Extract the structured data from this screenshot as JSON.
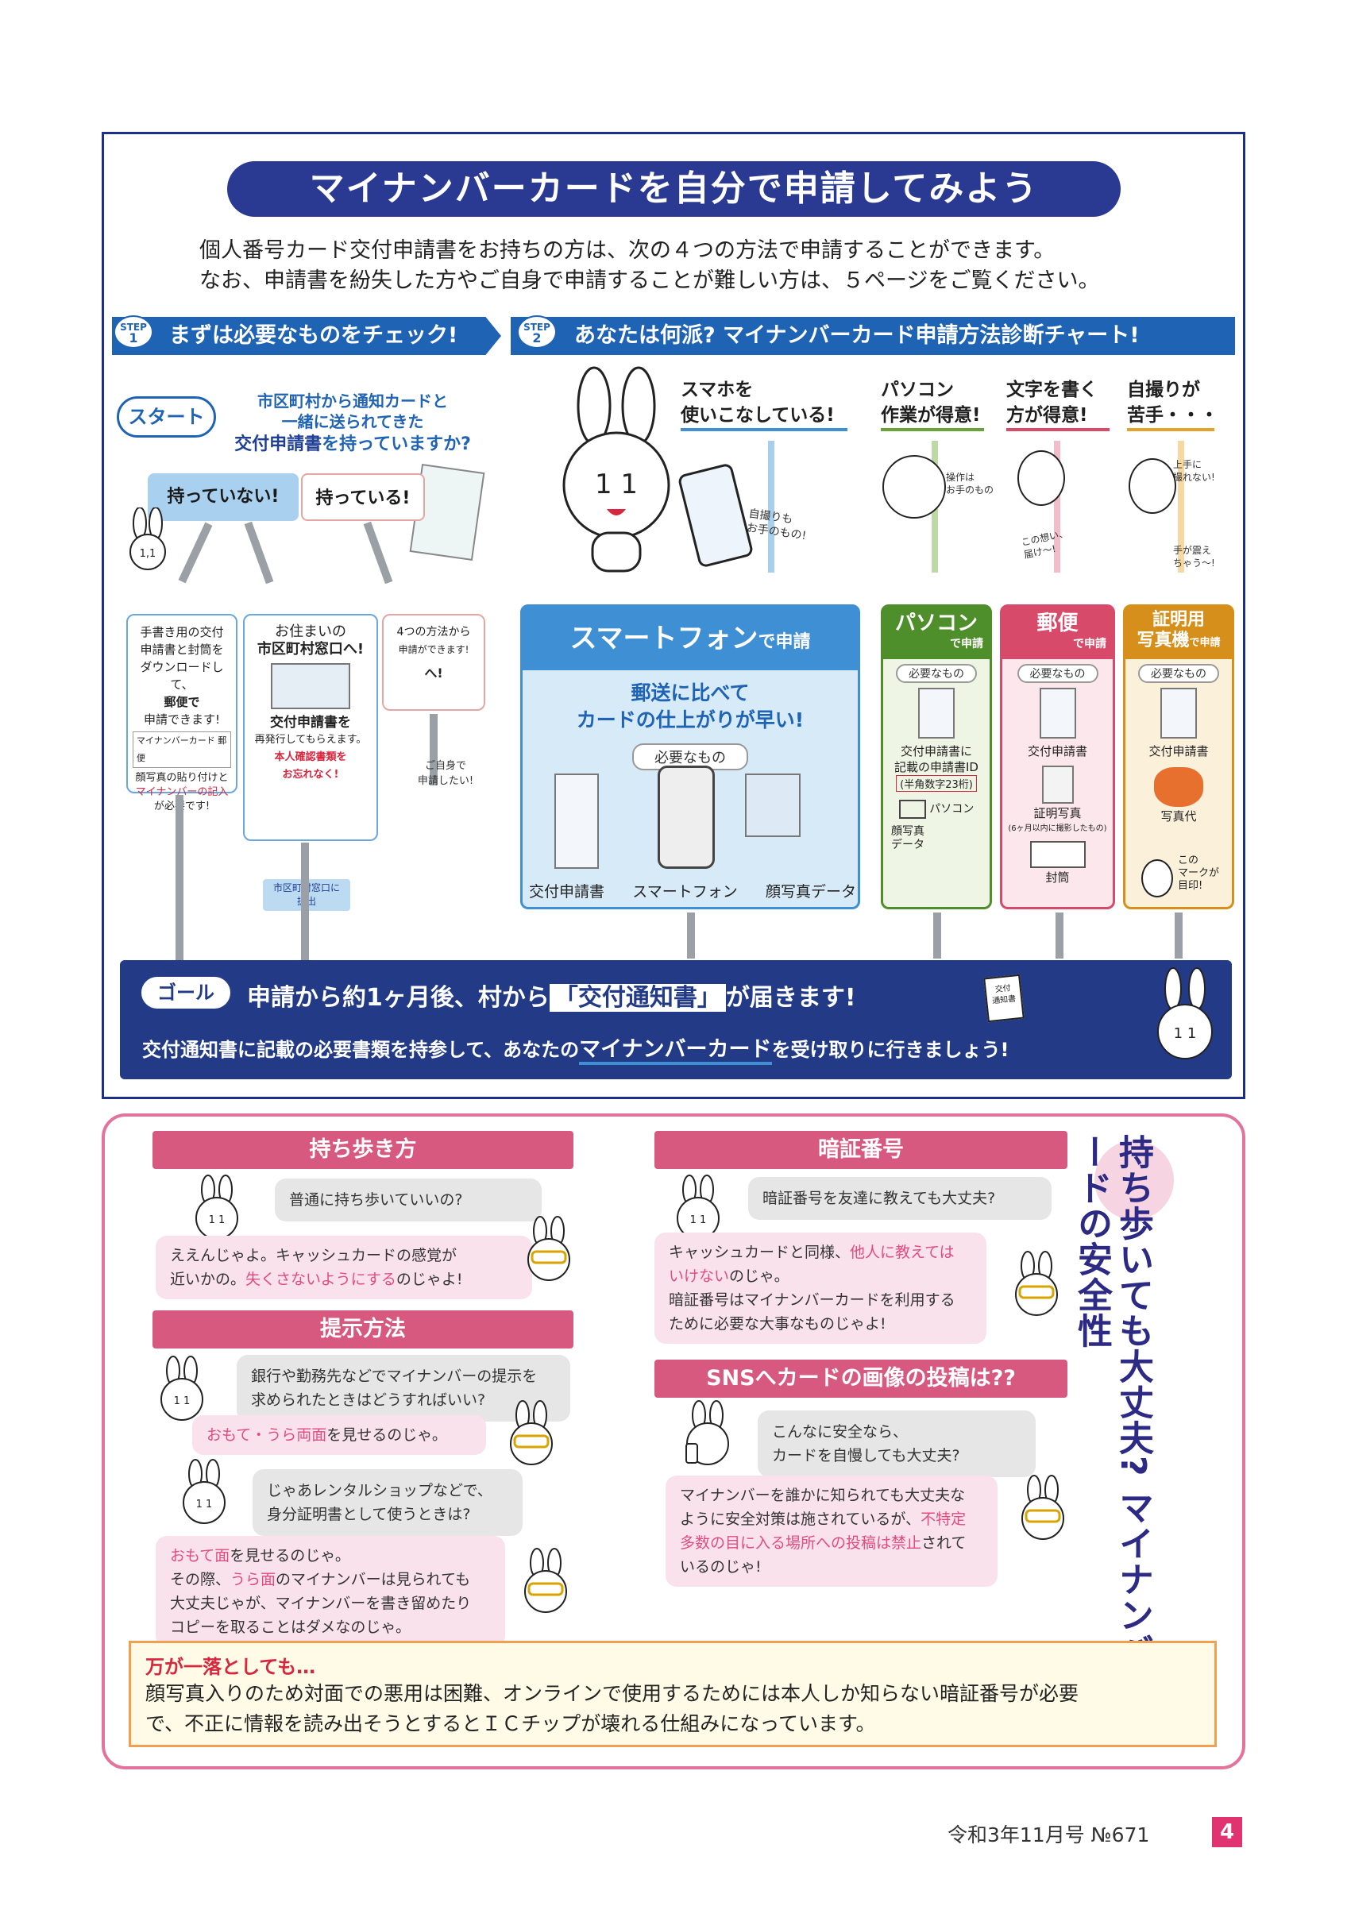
{
  "title": "マイナンバーカードを自分で申請してみよう",
  "intro": [
    "個人番号カード交付申請書をお持ちの方は、次の４つの方法で申請することができます。",
    "なお、申請書を紛失した方やご自身で申請することが難しい方は、５ページをご覧ください。"
  ],
  "step1": {
    "badge_top": "STEP",
    "badge_num": "1",
    "label": "まずは必要なものをチェック!"
  },
  "step2": {
    "badge_top": "STEP",
    "badge_num": "2",
    "label": "あなたは何派? マイナンバーカード申請方法診断チャート!"
  },
  "start": {
    "oval": "スタート",
    "question_l1": "市区町村から通知カードと",
    "question_l2": "一緒に送られてきた",
    "question_l3_bold": "交付申請書",
    "question_l3_rest": "を持っていますか?"
  },
  "choices": {
    "no": "持っていない!",
    "yes": "持っている!"
  },
  "flow": {
    "box1": [
      "手書き用の交付",
      "申請書と封筒を",
      "ダウンロードして、",
      "郵便で",
      "申請できます!"
    ],
    "box1_search": "マイナンバーカード 郵便",
    "box1_note": [
      "顔写真の貼り付けと",
      "マイナンバーの記入",
      "が必要です!"
    ],
    "box2_title": [
      "お住まいの",
      "市区町村窓口へ!"
    ],
    "box2_body": [
      "交付申請書を",
      "再発行してもらえます。"
    ],
    "box2_note": [
      "本人確認書類を",
      "お忘れなく!"
    ],
    "box3": [
      "4つの方法から",
      "申請ができます!"
    ],
    "box3_to": "へ!",
    "self_apply": [
      "ご自身で",
      "申請したい!"
    ],
    "counter_tag": [
      "市区町村窓口に",
      "提出"
    ]
  },
  "columns": [
    {
      "head": [
        "スマホを",
        "使いこなしている!"
      ],
      "rule_color": "#3e8fd4",
      "aside": [
        "自撮りも",
        "お手のもの!"
      ]
    },
    {
      "head": [
        "パソコン",
        "作業が得意!"
      ],
      "rule_color": "#6aa33a",
      "aside": [
        "操作は",
        "お手のもの"
      ]
    },
    {
      "head": [
        "文字を書く",
        "方が得意!"
      ],
      "rule_color": "#d84a6a",
      "aside": [
        "この想い、",
        "届け〜!"
      ]
    },
    {
      "head": [
        "自撮りが",
        "苦手・・・"
      ],
      "rule_color": "#e5a22b",
      "aside": [
        "上手に",
        "撮れない!",
        "手が震え",
        "ちゃう〜!"
      ]
    }
  ],
  "methods": {
    "smartphone": {
      "head_big": "スマートフォン",
      "head_small": "で申請",
      "merit": [
        "郵送に比べて",
        "カードの仕上がりが早い!"
      ],
      "needs": "必要なもの",
      "items": [
        "交付申請書",
        "スマートフォン",
        "顔写真データ"
      ],
      "color": "#3e8fd4"
    },
    "pc": {
      "head_big": "パソコン",
      "head_small": "で申請",
      "needs": "必要なもの",
      "items": [
        "交付申請書に",
        "記載の申請書ID"
      ],
      "digits": "(半角数字23桁)",
      "pc_label": "パソコン",
      "photo": [
        "顔写真",
        "データ"
      ],
      "color": "#4f8f2b"
    },
    "mail": {
      "head_big": "郵便",
      "head_small": "で申請",
      "needs": "必要なもの",
      "items": [
        "交付申請書",
        "証明写真"
      ],
      "photo_note": "(6ヶ月以内に撮影したもの)",
      "envelope": "封筒",
      "color": "#d84a6a"
    },
    "booth": {
      "head_big": [
        "証明用",
        "写真機"
      ],
      "head_small": "で申請",
      "needs": "必要なもの",
      "items": [
        "交付申請書",
        "写真代"
      ],
      "mark_note": [
        "この",
        "マークが",
        "目印!"
      ],
      "color": "#d68f1a"
    }
  },
  "goal": {
    "oval": "ゴール",
    "line1_a": "申請から約1ヶ月後、村から",
    "line1_b": "「交付通知書」",
    "line1_c": "が届きます!",
    "doc_label": [
      "交付",
      "通知書"
    ],
    "line2_a": "交付通知書に記載の必要書類を持参して、あなたの",
    "line2_b": "マイナンバーカード",
    "line2_c": "を受け取りに行きましょう!"
  },
  "safety": {
    "vertical_title": "持ち歩いても大丈夫? マイナンバーカードの安全性",
    "carry": {
      "head": "持ち歩き方",
      "q": "普通に持ち歩いていいの?",
      "a1": "ええんじゃよ。キャッシュカードの感覚が",
      "a2_pre": "近いかの。",
      "a2_pink": "失くさないようにする",
      "a2_post": "のじゃよ!"
    },
    "show": {
      "head": "提示方法",
      "q1": [
        "銀行や勤務先などでマイナンバーの提示を",
        "求められたときはどうすればいい?"
      ],
      "a1_pink": "おもて・うら両面",
      "a1_post": "を見せるのじゃ。",
      "q2": [
        "じゃあレンタルショップなどで、",
        "身分証明書として使うときは?"
      ],
      "a2_l1_pink": "おもて面",
      "a2_l1_post": "を見せるのじゃ。",
      "a2_l2_pre": "その際、",
      "a2_l2_pink": "うら面",
      "a2_l2_post": "のマイナンバーは見られても",
      "a2_l3": "大丈夫じゃが、マイナンバーを書き留めたり",
      "a2_l4": "コピーを取ることはダメなのじゃ。"
    },
    "pin": {
      "head": "暗証番号",
      "q": "暗証番号を友達に教えても大丈夫?",
      "a1_pre": "キャッシュカードと同様、",
      "a1_pink": "他人に教えては",
      "a2_pink": "いけない",
      "a2_post": "のじゃ。",
      "a3": "暗証番号はマイナンバーカードを利用する",
      "a4": "ために必要な大事なものじゃよ!"
    },
    "sns": {
      "head": "SNSへカードの画像の投稿は??",
      "q": [
        "こんなに安全なら、",
        "カードを自慢しても大丈夫?"
      ],
      "a1": "マイナンバーを誰かに知られても大丈夫な",
      "a2_pre": "ように安全対策は施されているが、",
      "a2_pink": "不特定",
      "a3_pink": "多数の目に入る場所への投稿は禁止",
      "a3_post": "されて",
      "a4": "いるのじゃ!"
    },
    "warning": {
      "title": "万が一落としても…",
      "line1": "顔写真入りのため対面での悪用は困難、オンラインで使用するためには本人しか知らない暗証番号が必要",
      "line2": "で、不正に情報を読み出そうとするとＩＣチップが壊れる仕組みになっています。"
    }
  },
  "footer": {
    "issue": "令和3年11月号 №671",
    "page": "4"
  },
  "colors": {
    "navy": "#1c2f86",
    "blue": "#1f63b5",
    "pink": "#d8597f",
    "border_pink": "#e3739a"
  }
}
